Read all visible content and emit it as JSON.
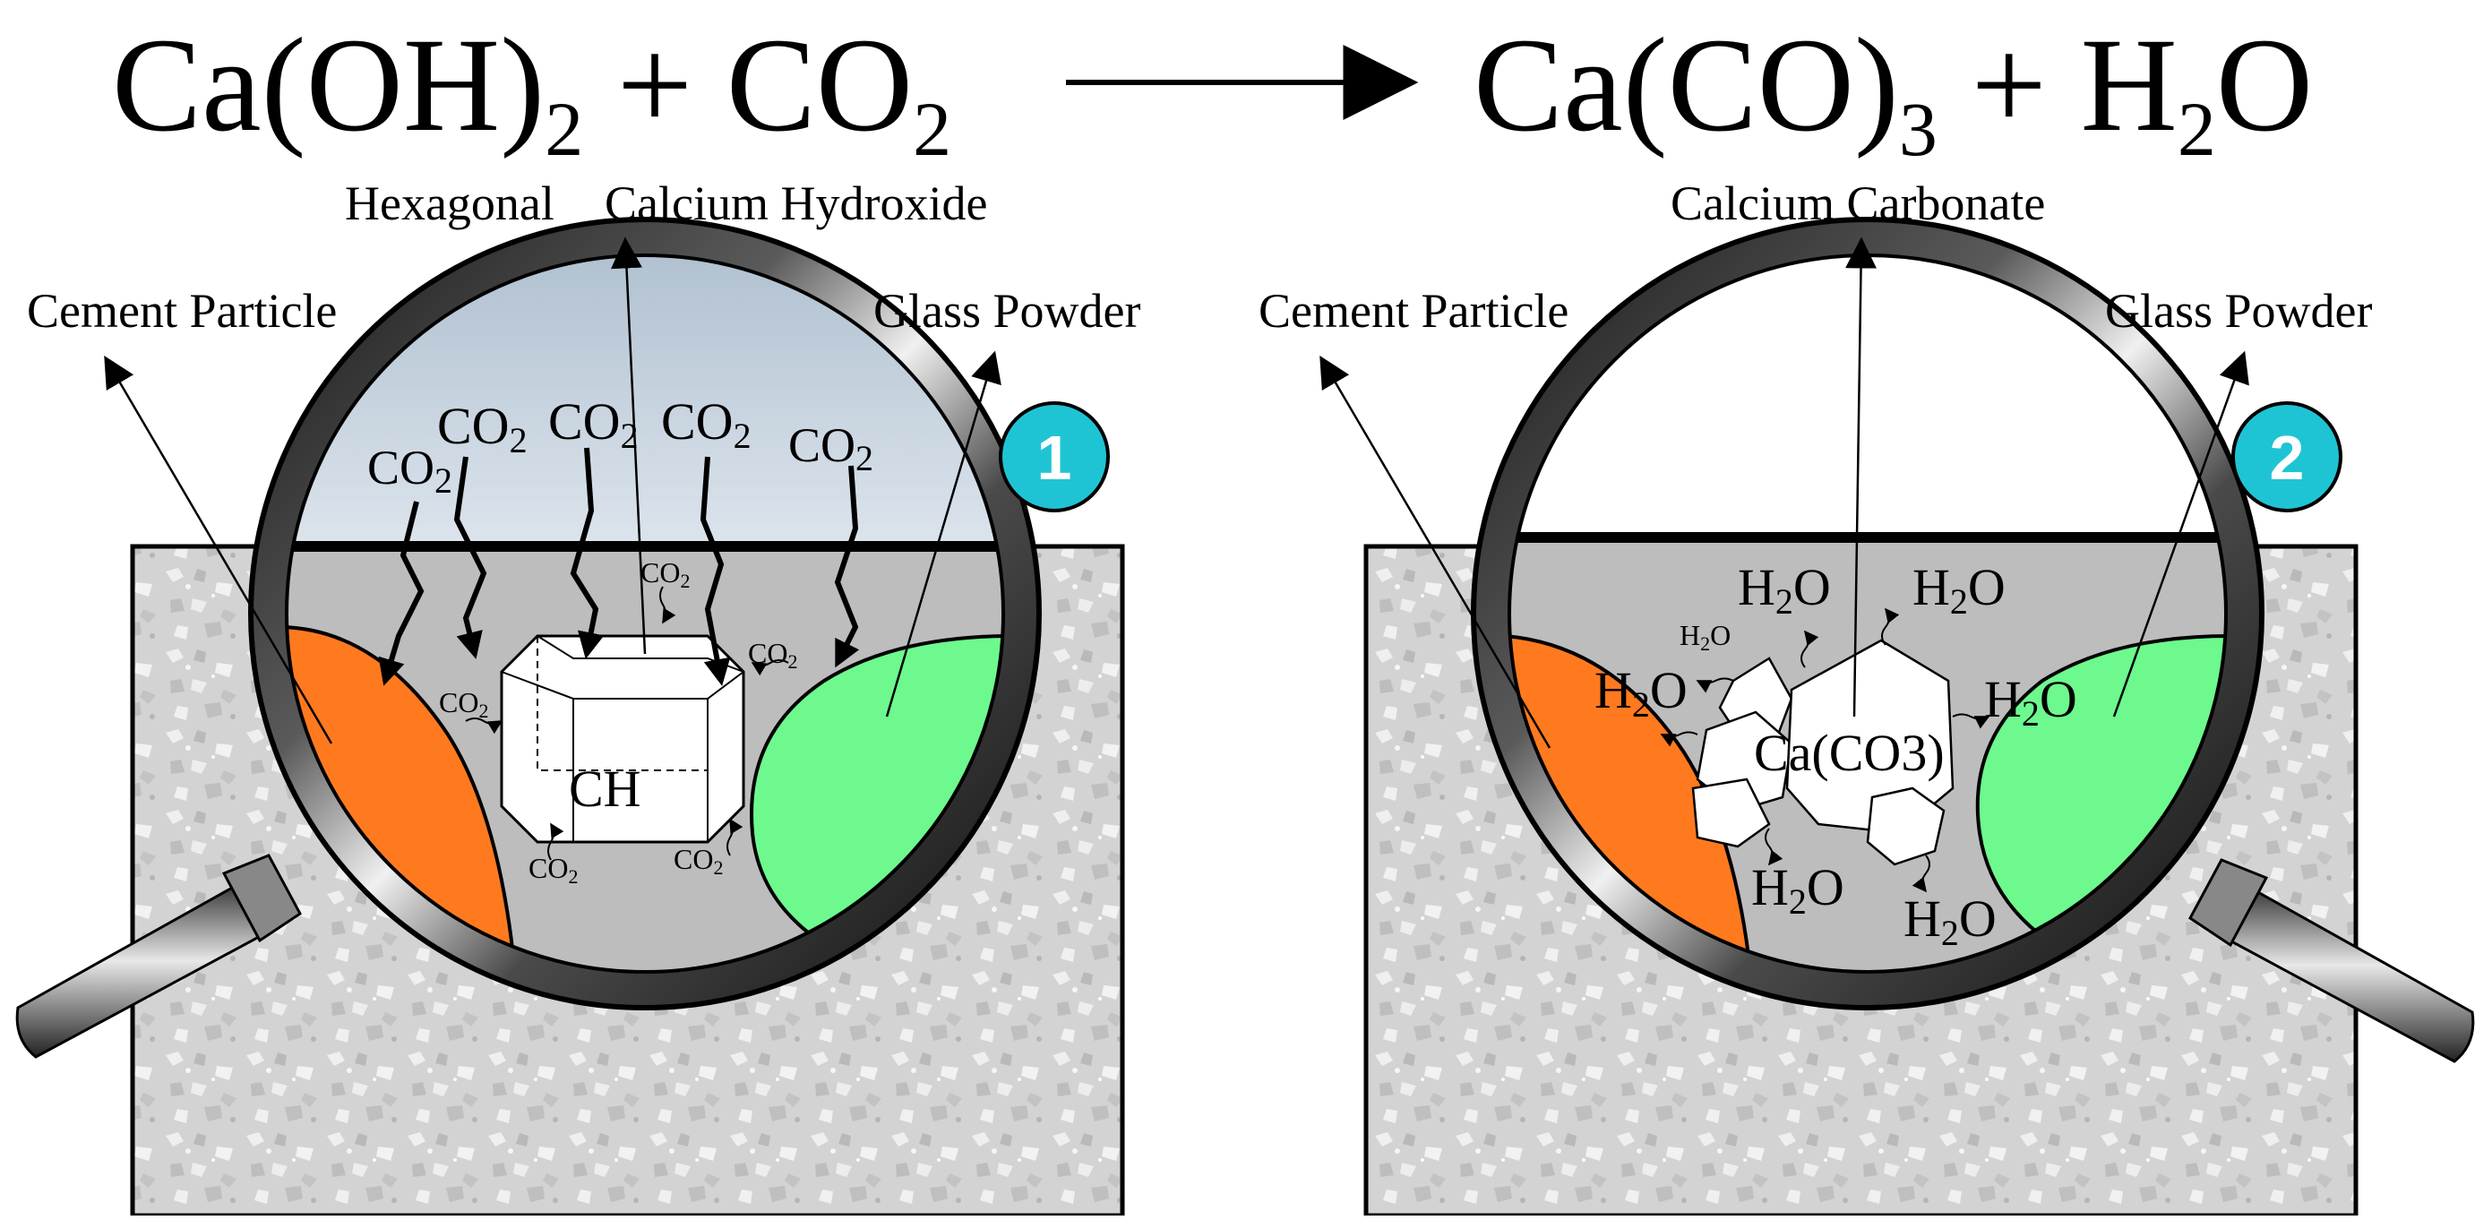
{
  "equation": {
    "left_ca": "Ca(OH)",
    "left_sub": "2",
    "left_plus": " + CO",
    "left_co2_sub": "2",
    "right_ca": "Ca(CO)",
    "right_sub": "3",
    "right_plus": " + H",
    "right_h2_sub": "2",
    "right_o": "O"
  },
  "panel1": {
    "badge": "1",
    "label_hexagonal": "Hexagonal",
    "label_calcium_hydroxide": "Calcium Hydroxide",
    "label_cement": "Cement Particle",
    "label_glass": "Glass Powder",
    "crystal_label": "CH",
    "co2_main": "CO",
    "co2_sub": "2"
  },
  "panel2": {
    "badge": "2",
    "label_calcium_carbonate": "Calcium Carbonate",
    "label_cement": "Cement Particle",
    "label_glass": "Glass Powder",
    "crystal_label": "Ca(CO3)",
    "h2o_h": "H",
    "h2o_sub": "2",
    "h2o_o": "O"
  },
  "colors": {
    "cement": "#FF7A1F",
    "glass": "#6DF98E",
    "badge": "#1FC4D4",
    "matrix": "#D9D9D9",
    "lens_fill": "#BDBDBD",
    "sky": "#C7D3DF"
  }
}
